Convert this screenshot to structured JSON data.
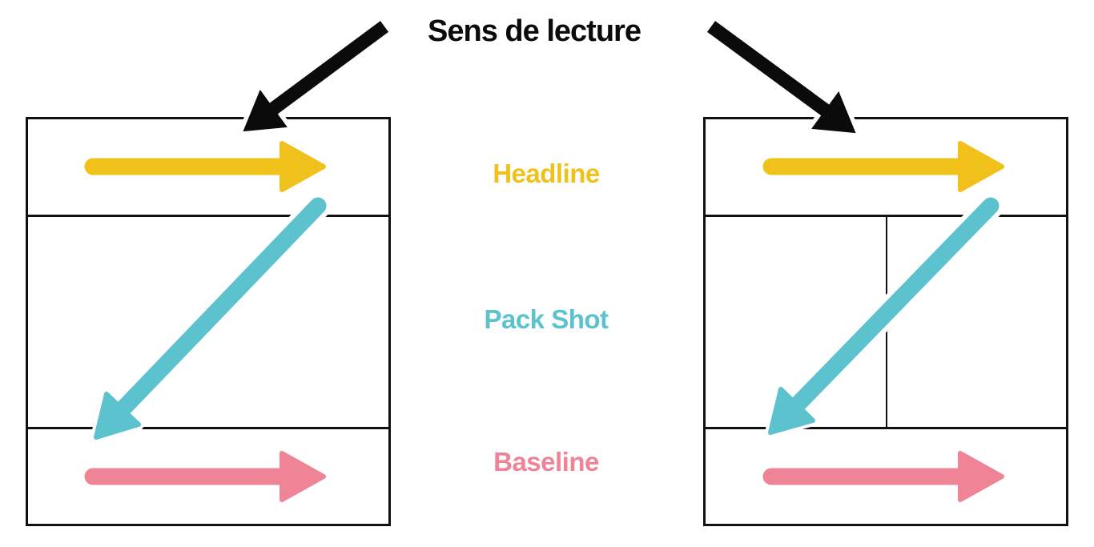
{
  "title": "Sens de lecture",
  "labels": {
    "headline": "Headline",
    "packshot": "Pack Shot",
    "baseline": "Baseline"
  },
  "colors": {
    "headline": "#F1C11B",
    "packshot": "#5BC2CE",
    "baseline": "#EE8496",
    "callout": "#0B0B0B"
  }
}
